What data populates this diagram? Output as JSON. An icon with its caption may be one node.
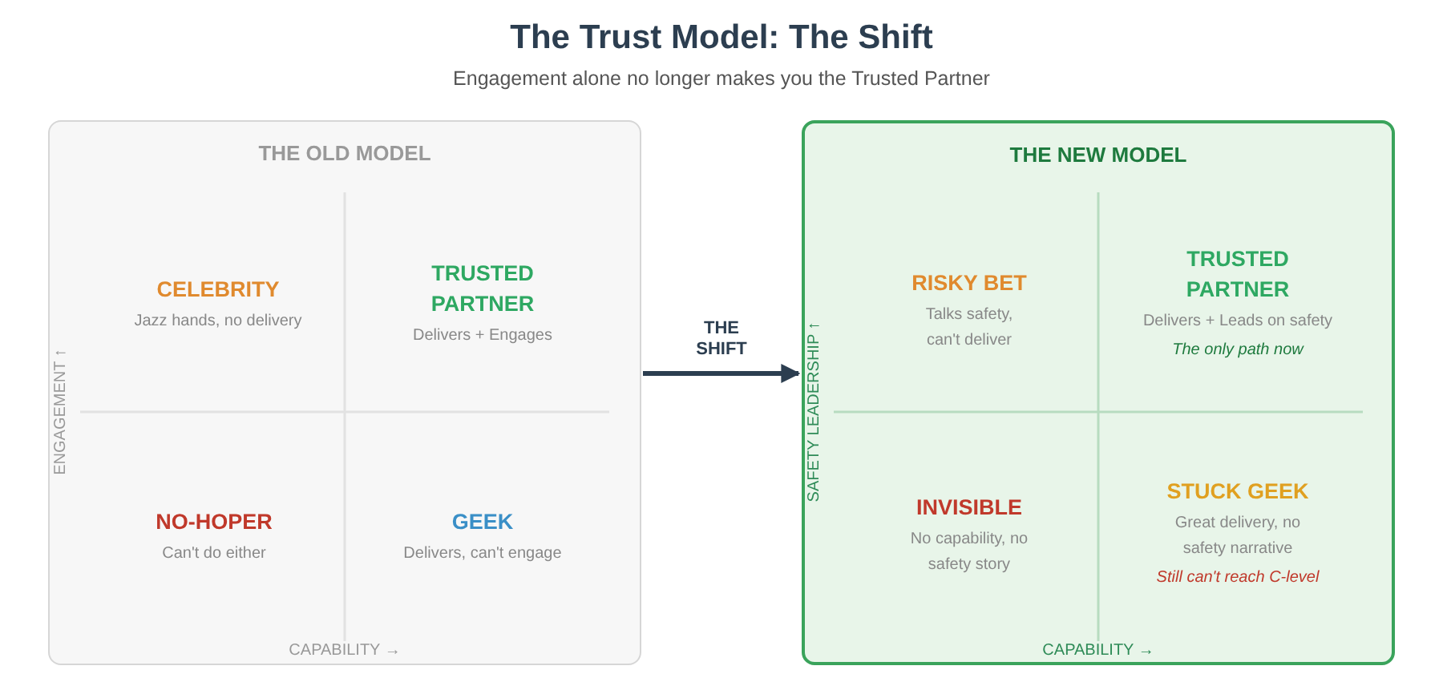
{
  "diagram": {
    "title": "The Trust Model: The Shift",
    "caption": "Engagement alone no longer makes you the Trusted Partner",
    "nodes": [
      {
        "text": [
          "THE OLD MODEL"
        ]
      },
      {
        "text": [
          "CELEBRITY",
          "Jazz hands, no delivery"
        ],
        "in": 0
      },
      {
        "text": [
          "TRUSTED PARTNER",
          "Delivers + Engages"
        ],
        "in": 0
      },
      {
        "text": [
          "NO-HOPER",
          "Can't do either"
        ],
        "in": 0
      },
      {
        "text": [
          "GEEK",
          "Delivers, can't engage"
        ],
        "in": 0
      },
      {
        "text": [
          "THE NEW MODEL"
        ]
      },
      {
        "text": [
          "RISKY BET",
          "Talks safety, can't deliver"
        ],
        "in": 5
      },
      {
        "text": [
          "TRUSTED PARTNER",
          "Delivers + Leads on safety",
          "The only path now"
        ],
        "in": 5
      },
      {
        "text": [
          "INVISIBLE",
          "No capability, no safety story"
        ],
        "in": 5
      },
      {
        "text": [
          "STUCK GEEK",
          "Great delivery, no safety narrative",
          "Still can't reach C-level"
        ],
        "in": 5
      }
    ],
    "edges": [
      {
        "from": 0,
        "to": 5,
        "arrow": "to",
        "label": "THE SHIFT"
      }
    ],
    "labels": [
      "ENGAGEMENT ↑",
      "CAPABILITY →",
      "SAFETY LEADERSHIP ↑",
      "CAPABILITY →"
    ]
  }
}
